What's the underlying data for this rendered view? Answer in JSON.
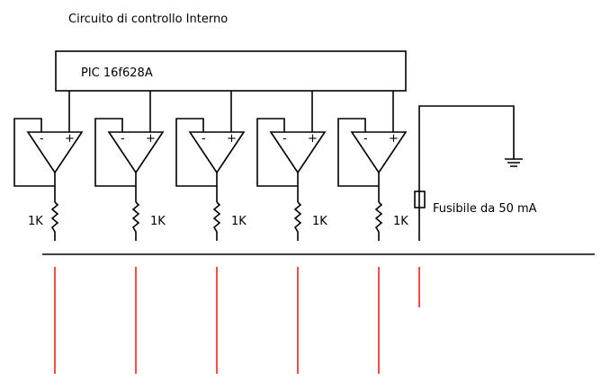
{
  "title": "Circuito di controllo Interno",
  "pic_label": "PIC 16f628A",
  "opamp_minus": "-",
  "opamp_plus": "+",
  "units": [
    {
      "resistor": "1K",
      "label_side": "left"
    },
    {
      "resistor": "1K",
      "label_side": "right"
    },
    {
      "resistor": "1K",
      "label_side": "right"
    },
    {
      "resistor": "1K",
      "label_side": "right"
    },
    {
      "resistor": "1K",
      "label_side": "right"
    }
  ],
  "fuse_label": "Fusibile da 50 mA",
  "colors": {
    "wire": "#000000",
    "probe": "#ee0000"
  }
}
